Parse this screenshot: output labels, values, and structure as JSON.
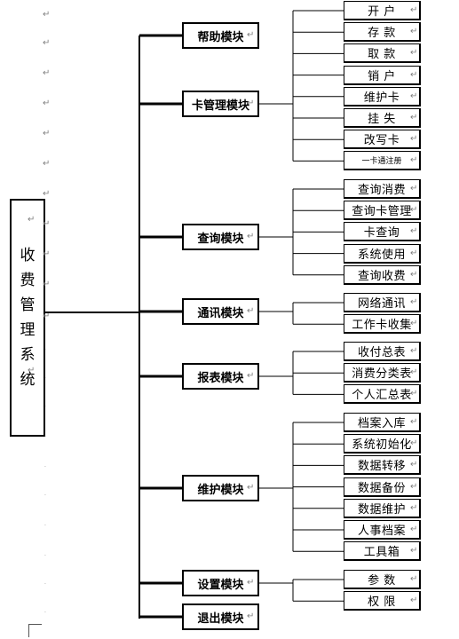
{
  "root": {
    "label": "收费管理系统",
    "chars": [
      "收",
      "费",
      "管",
      "理",
      "系",
      "统"
    ]
  },
  "modules": [
    {
      "label": "帮助模块",
      "children": []
    },
    {
      "label": "卡管理模块",
      "children": [
        "开  户",
        "存  款",
        "取  款",
        "销  户",
        "维护卡",
        "挂  失",
        "改写卡",
        "一卡通注册"
      ]
    },
    {
      "label": "查询模块",
      "children": [
        "查询消费",
        "查询卡管理",
        "卡查询",
        "系统使用",
        "查询收费"
      ]
    },
    {
      "label": "通讯模块",
      "children": [
        "网络通讯",
        "工作卡收集"
      ]
    },
    {
      "label": "报表模块",
      "children": [
        "收付总表",
        "消费分类表",
        "个人汇总表"
      ]
    },
    {
      "label": "维护模块",
      "children": [
        "档案入库",
        "系统初始化",
        "数据转移",
        "数据备份",
        "数据维护",
        "人事档案",
        "工具箱"
      ]
    },
    {
      "label": "设置模块",
      "children": [
        "参  数",
        "权  限"
      ]
    },
    {
      "label": "退出模块",
      "children": []
    }
  ],
  "paragraph_mark": "↵"
}
